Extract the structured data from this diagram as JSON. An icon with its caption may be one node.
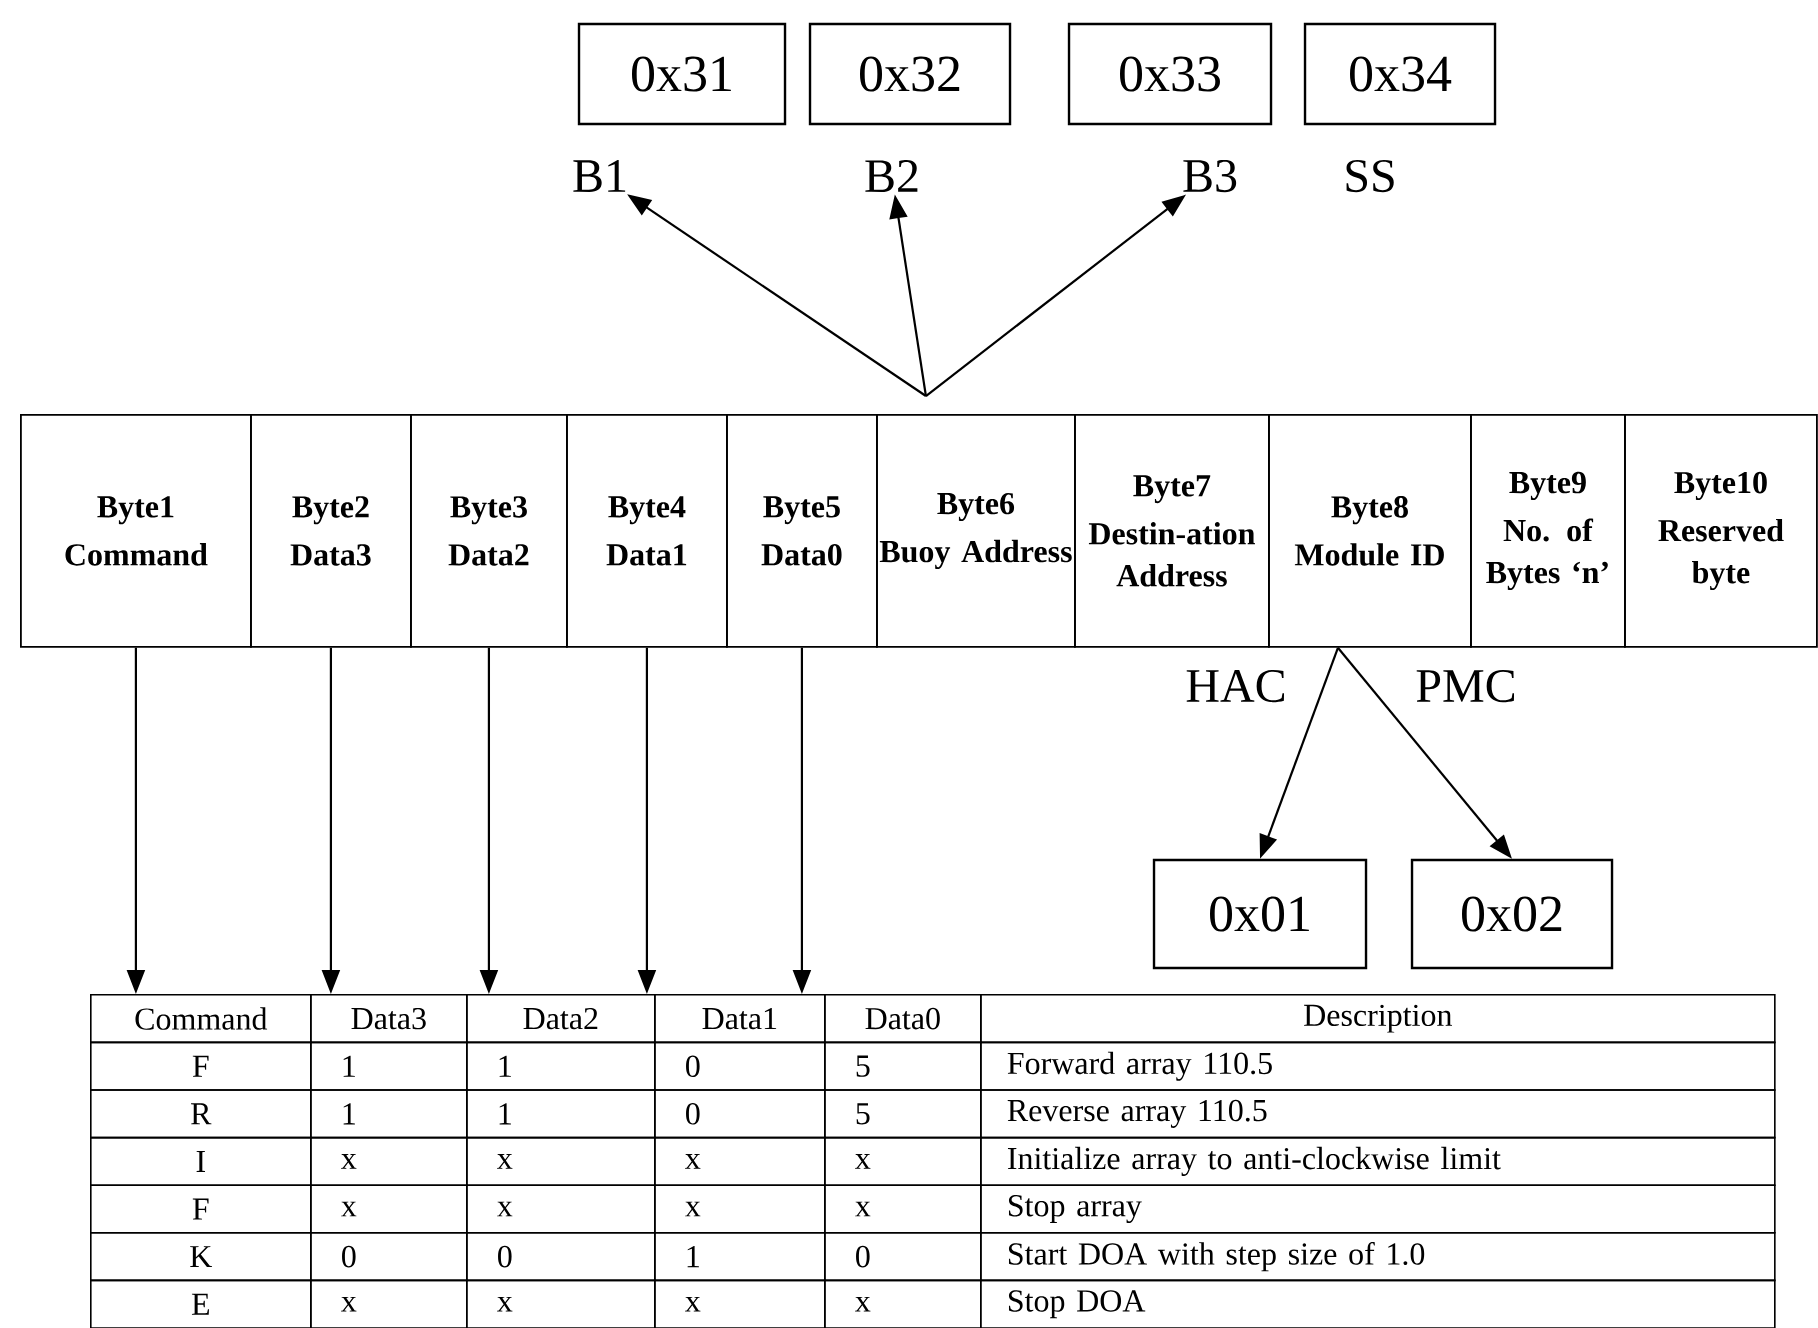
{
  "diagram": {
    "nodes": [
      {
        "text": [
          "0x31"
        ]
      },
      {
        "text": [
          "0x32"
        ]
      },
      {
        "text": [
          "0x33"
        ]
      },
      {
        "text": [
          "0x34"
        ]
      },
      {
        "text": [
          "B1"
        ]
      },
      {
        "text": [
          "B2"
        ]
      },
      {
        "text": [
          "B3"
        ]
      },
      {
        "text": [
          "SS"
        ]
      },
      {
        "text": [
          "Byte1",
          "Command"
        ]
      },
      {
        "text": [
          "Byte2",
          "Data3"
        ]
      },
      {
        "text": [
          "Byte3",
          "Data2"
        ]
      },
      {
        "text": [
          "Byte4",
          "Data1"
        ]
      },
      {
        "text": [
          "Byte5",
          "Data0"
        ]
      },
      {
        "text": [
          "Byte6",
          "Buoy Address"
        ]
      },
      {
        "text": [
          "Byte7",
          "Destin-ation Address"
        ]
      },
      {
        "text": [
          "Byte8",
          "Module ID"
        ]
      },
      {
        "text": [
          "Byte9",
          "No. of Bytes ‘n’"
        ]
      },
      {
        "text": [
          "Byte10",
          "Reserved byte"
        ]
      },
      {
        "text": [
          "0x01"
        ]
      },
      {
        "text": [
          "0x02"
        ]
      },
      {
        "text": [
          "Command"
        ]
      },
      {
        "text": [
          "Data3"
        ]
      },
      {
        "text": [
          "Data2"
        ]
      },
      {
        "text": [
          "Data1"
        ]
      },
      {
        "text": [
          "Data0"
        ]
      },
      {
        "text": [
          "Description"
        ]
      }
    ],
    "edges": [
      {
        "from": 13,
        "to": 4,
        "arrow": "to"
      },
      {
        "from": 13,
        "to": 5,
        "arrow": "to"
      },
      {
        "from": 13,
        "to": 6,
        "arrow": "to"
      },
      {
        "from": 15,
        "to": 18,
        "arrow": "to",
        "label": "HAC"
      },
      {
        "from": 15,
        "to": 19,
        "arrow": "to",
        "label": "PMC"
      },
      {
        "from": 8,
        "to": 20,
        "arrow": "to"
      },
      {
        "from": 9,
        "to": 21,
        "arrow": "to"
      },
      {
        "from": 10,
        "to": 22,
        "arrow": "to"
      },
      {
        "from": 11,
        "to": 23,
        "arrow": "to"
      },
      {
        "from": 12,
        "to": 24,
        "arrow": "to"
      }
    ],
    "labels": [
      "F",
      "1",
      "1",
      "0",
      "5",
      "Forward array 110.5",
      "R",
      "1",
      "1",
      "0",
      "5",
      "Reverse array 110.5",
      "I",
      "x",
      "x",
      "x",
      "x",
      "Initialize array to anti-clockwise limit",
      "F",
      "x",
      "x",
      "x",
      "x",
      "Stop array",
      "K",
      "0",
      "0",
      "1",
      "0",
      "Start DOA with step size of 1.0",
      "E",
      "x",
      "x",
      "x",
      "x",
      "Stop DOA"
    ]
  }
}
